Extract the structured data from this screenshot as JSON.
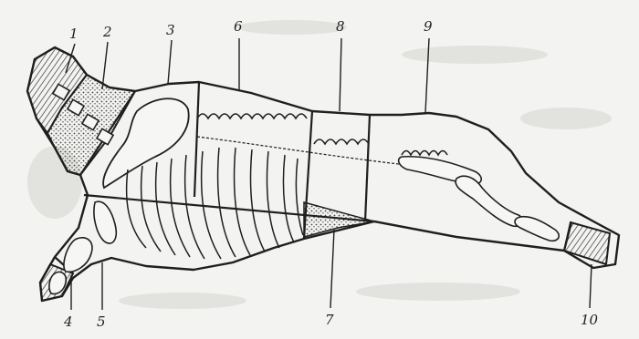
{
  "diagram": {
    "labels": {
      "n1": "1",
      "n2": "2",
      "n3": "3",
      "n4": "4",
      "n5": "5",
      "n6": "6",
      "n7": "7",
      "n8": "8",
      "n9": "9",
      "n10": "10"
    }
  },
  "colors": {
    "paper": "#f3f3f1",
    "ink": "#1f1f1f",
    "stipple": "#444444"
  }
}
